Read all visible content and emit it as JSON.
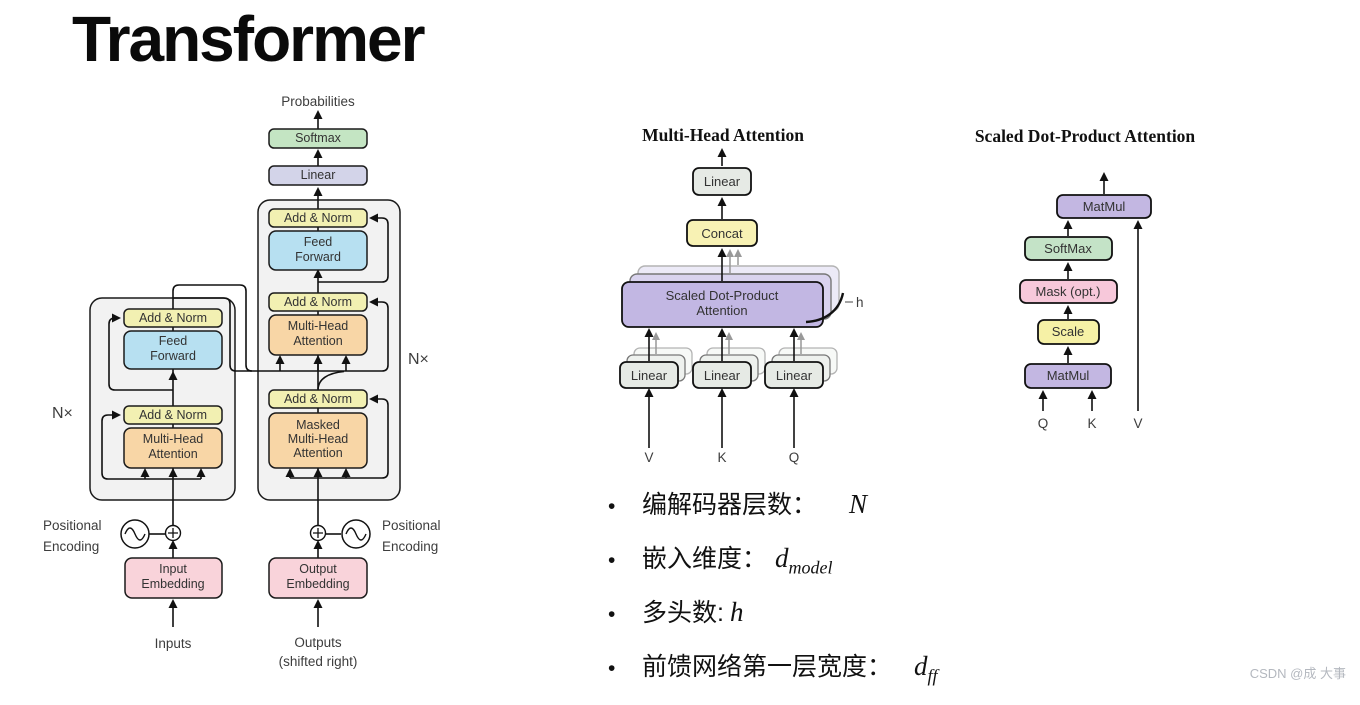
{
  "slide": {
    "title": "Transformer",
    "watermark": "CSDN @成 大事"
  },
  "architecture": {
    "probabilities": "Probabilities",
    "softmax": "Softmax",
    "linear": "Linear",
    "add_norm": "Add & Norm",
    "feed_forward": [
      "Feed",
      "Forward"
    ],
    "multi_head_attention": [
      "Multi-Head",
      "Attention"
    ],
    "masked_multi_head_attention": [
      "Masked",
      "Multi-Head",
      "Attention"
    ],
    "input_embedding": [
      "Input",
      "Embedding"
    ],
    "output_embedding": [
      "Output",
      "Embedding"
    ],
    "inputs": "Inputs",
    "outputs": [
      "Outputs",
      "(shifted right)"
    ],
    "positional_encoding": [
      "Positional",
      "Encoding"
    ],
    "n_times": "N×"
  },
  "multi_head_attention_diagram": {
    "title": "Multi-Head Attention",
    "linear": "Linear",
    "concat": "Concat",
    "scaled_dot_product_attention": [
      "Scaled Dot-Product",
      "Attention"
    ],
    "h_label": "h",
    "inputs": [
      "V",
      "K",
      "Q"
    ]
  },
  "scaled_dot_product_attention_diagram": {
    "title": "Scaled Dot-Product Attention",
    "matmul_top": "MatMul",
    "softmax": "SoftMax",
    "mask": "Mask (opt.)",
    "scale": "Scale",
    "matmul_bottom": "MatMul",
    "inputs": [
      "Q",
      "K",
      "V"
    ]
  },
  "bullets": [
    {
      "label": "编解码器层数：",
      "math": "N",
      "sub": ""
    },
    {
      "label": "嵌入维度：",
      "math": "d",
      "sub": "model"
    },
    {
      "label": "多头数: ",
      "math": "h",
      "sub": ""
    },
    {
      "label": "前馈网络第一层宽度：",
      "math": "d",
      "sub": "ff"
    }
  ],
  "colors": {
    "add_norm": "#f2f0b2",
    "feed_forward": "#b7e0f1",
    "attention": "#f8d6a6",
    "embedding": "#f9d3da",
    "softmax_green": "#c4e5c3",
    "linear_lavender": "#d3d4e9",
    "matmul_purple": "#c3b7e2",
    "mask_pink": "#f7c8da",
    "scale_yellow": "#f6f1a6",
    "concat_yellow": "#f8f2b4",
    "linear_gray": "#e6eae5",
    "container_gray": "#f2f2f2"
  }
}
